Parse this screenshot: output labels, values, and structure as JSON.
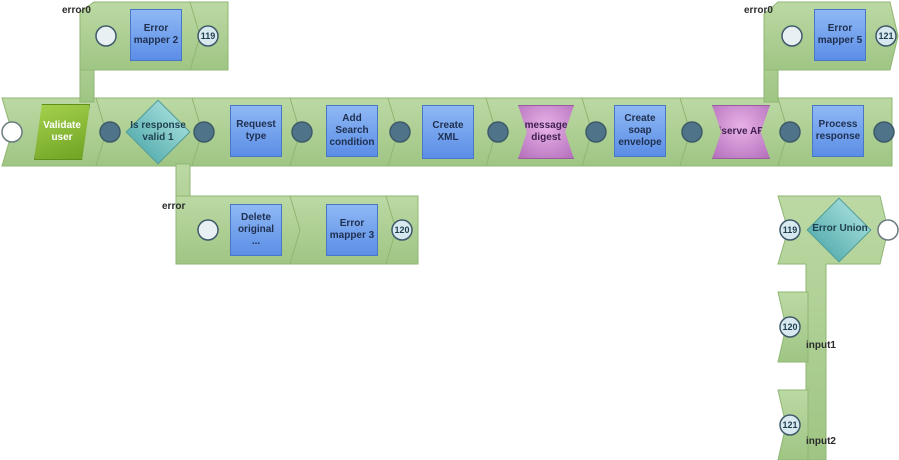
{
  "pipeline": {
    "snaps": {
      "validate_user": "Validate user",
      "is_response_valid": "Is response valid 1",
      "request_type": "Request type",
      "add_search_condition": "Add Search condition",
      "create_xml": "Create XML",
      "message_digest": "message digest",
      "create_soap_envelope": "Create soap envelope",
      "fiserve_api": "fiserve API",
      "process_response": "Process response",
      "error_mapper_2": "Error mapper 2",
      "error_mapper_5": "Error mapper 5",
      "delete_original": "Delete original ...",
      "error_mapper_3": "Error mapper 3",
      "error_union": "Error Union"
    },
    "ports": {
      "error0_left": "error0",
      "error0_right": "error0",
      "error_mid": "error",
      "input1": "input1",
      "input2": "input2"
    },
    "badges": {
      "b119_top": "119",
      "b121_top": "121",
      "b120_mid": "120",
      "b119_union": "119",
      "b120_union": "120",
      "b121_union": "121"
    },
    "colors": {
      "track": "#a9cc8f",
      "track_border": "#8fb673",
      "mapper": "#5b8ee6",
      "script": "#7cb22a",
      "router": "#6fbfbf",
      "soap": "#c98ad0"
    }
  }
}
